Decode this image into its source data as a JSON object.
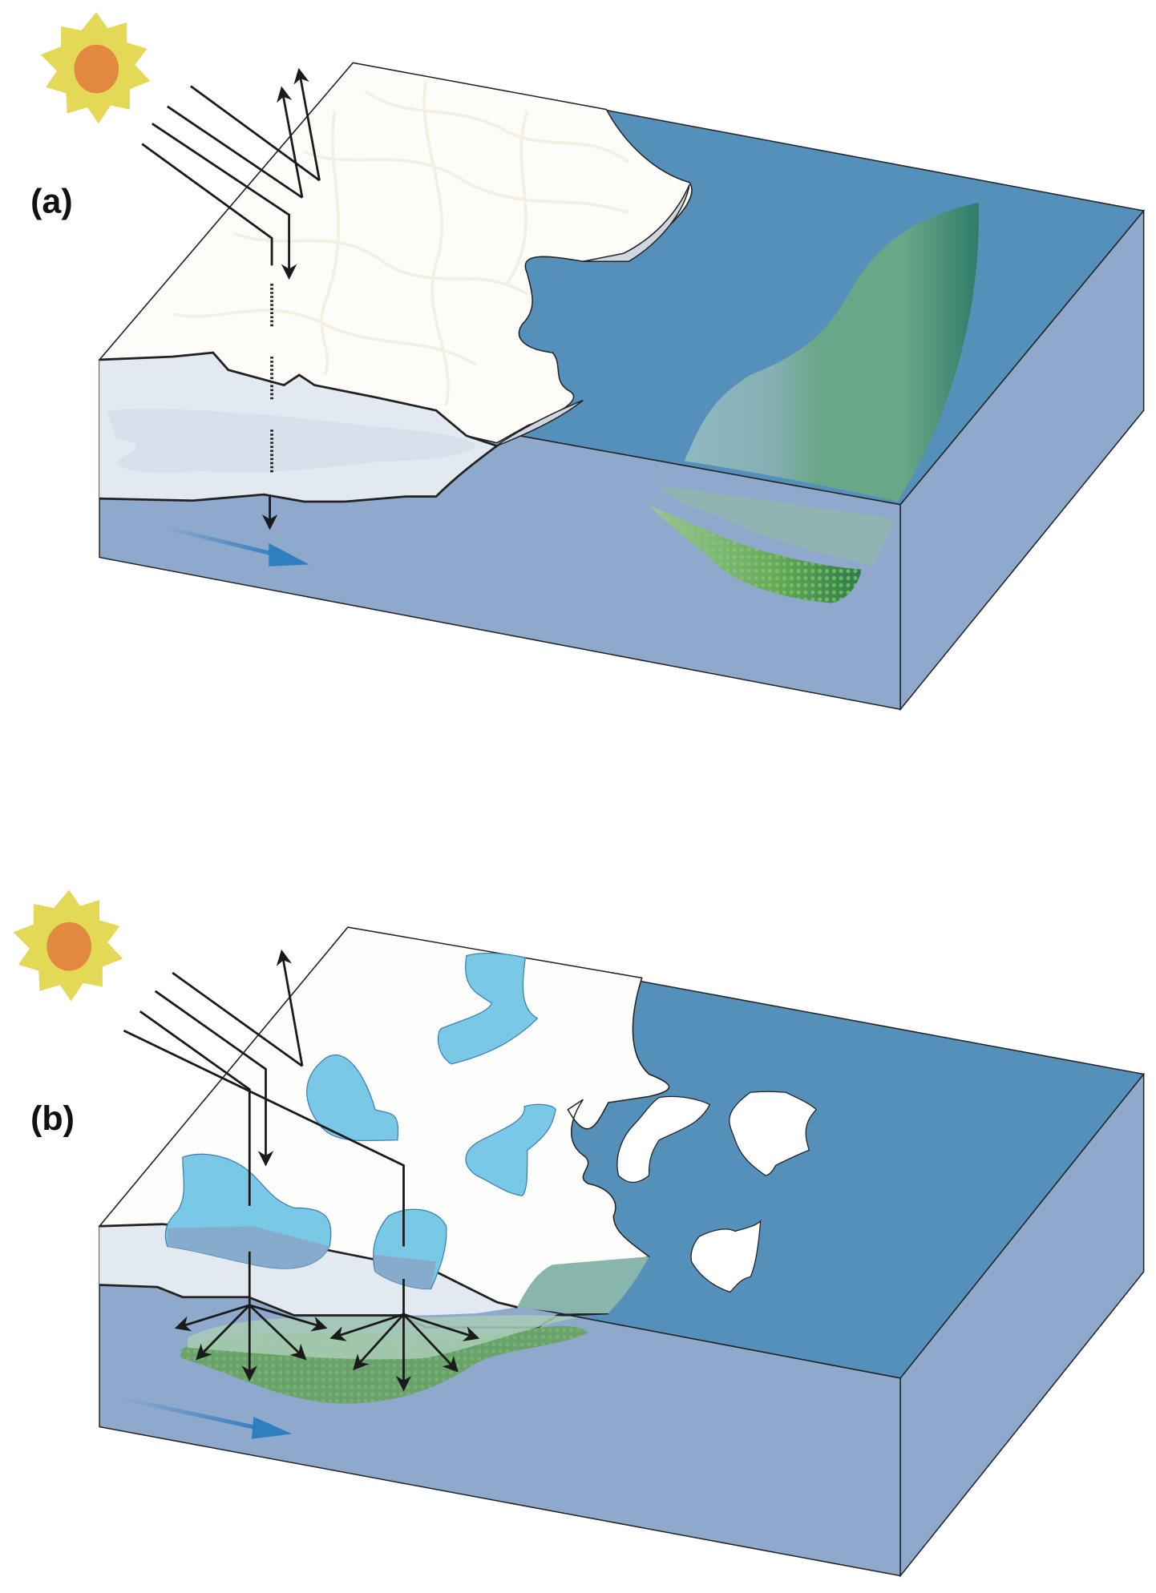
{
  "panels": [
    {
      "label": "(a)",
      "description_icon": "snow-covered-sea-ice-block"
    },
    {
      "label": "(b)",
      "description_icon": "melt-pond-sea-ice-block"
    }
  ],
  "colors": {
    "sun_outer": "#e3d957",
    "sun_core": "#e3883f",
    "water_surface": "#5490b9",
    "water_side": "#8fa9cc",
    "ice_side": "#e3e9f1",
    "melt_pond": "#78c8e6",
    "algae_green": "#3a8a6e",
    "current_arrow": "#2e7fc0"
  }
}
